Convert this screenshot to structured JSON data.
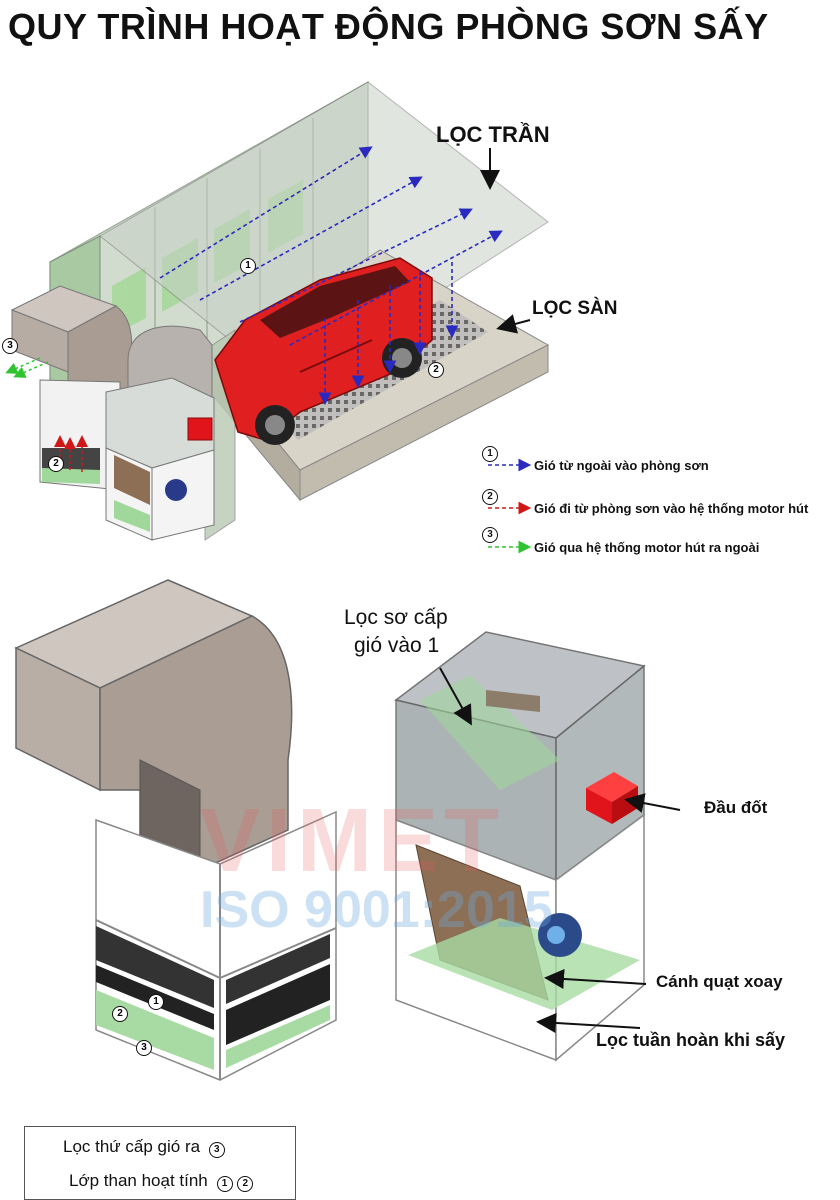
{
  "title": "QUY TRÌNH HOẠT ĐỘNG PHÒNG SƠN SẤY",
  "labels": {
    "loc_tran": "LỌC TRẦN",
    "loc_san": "LỌC SÀN",
    "loc_so_cap_1": "Lọc sơ cấp",
    "loc_so_cap_2": "gió vào 1",
    "dau_dot": "Đầu đốt",
    "canh_quat_xoay": "Cánh quạt xoay",
    "loc_tuan_hoan": "Lọc tuần hoàn khi sấy"
  },
  "markers": {
    "m1": "1",
    "m2": "2",
    "m3": "3"
  },
  "flow_legend": [
    {
      "num": "1",
      "text": "Gió từ ngoài vào phòng sơn",
      "color": "#3a3ad6"
    },
    {
      "num": "2",
      "text": "Gió đi từ phòng sơn vào hệ thống motor hút",
      "color": "#d62020"
    },
    {
      "num": "3",
      "text": "Gió qua hệ thống motor hút ra ngoài",
      "color": "#3bd43b"
    }
  ],
  "box_legend": {
    "row1": "Lọc thứ cấp gió ra",
    "row1_nums": "3",
    "row2": "Lớp than hoạt tính",
    "row2_num_a": "1",
    "row2_num_b": "2"
  },
  "watermark": {
    "brand": "VIMET",
    "iso": "ISO 9001:2015"
  },
  "colors": {
    "duct": "#b8aca4",
    "filter_green": "#9fd89a",
    "burner_red": "#e0141a",
    "car_red": "#e02020"
  }
}
